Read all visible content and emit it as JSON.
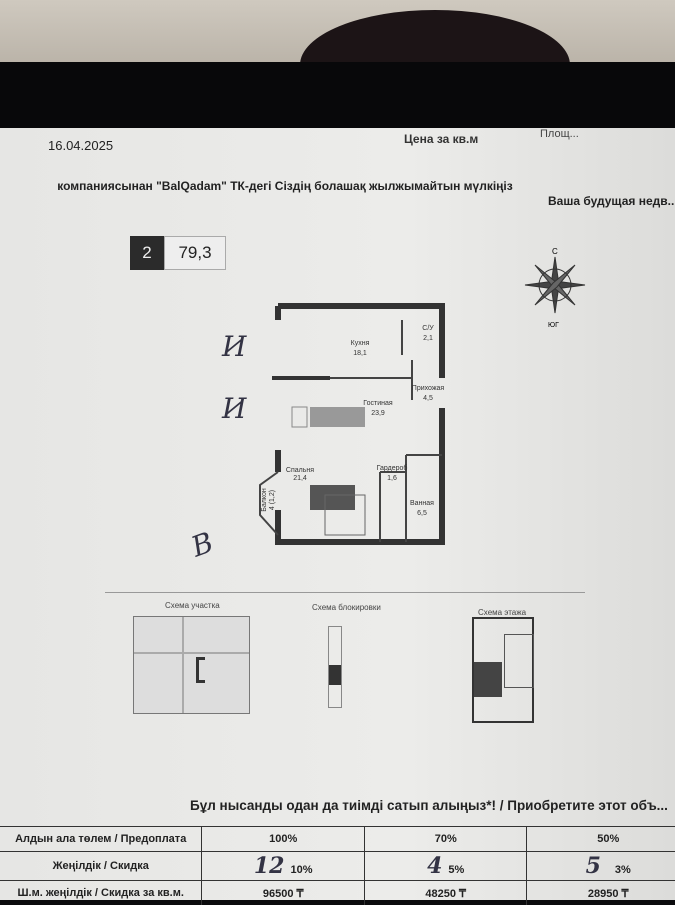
{
  "header": {
    "date": "16.04.2025",
    "price_per_sqm_label": "Цена за кв.м",
    "area_label_partial": "Площ...",
    "title_kz": "компаниясынан \"BalQadam\" ТК-дегі Сіздің болашақ жылжымайтын мүлкіңіз",
    "title_ru_partial": "Ваша будущая недв..."
  },
  "apartment": {
    "rooms": "2",
    "total_area": "79,3"
  },
  "compass": {
    "north": "С",
    "south": "ЮГ"
  },
  "plan": {
    "rooms": [
      {
        "name": "Кухня",
        "area": "18,1"
      },
      {
        "name": "С/У",
        "area": "2,1"
      },
      {
        "name": "Прихожая",
        "area": "4,5"
      },
      {
        "name": "Гостиная",
        "area": "23,9"
      },
      {
        "name": "Спальня",
        "area": "21,4"
      },
      {
        "name": "Гардероб",
        "area": "1,6"
      },
      {
        "name": "Ванная",
        "area": "6,5"
      },
      {
        "name": "Балкон",
        "area": "4 (1,2)"
      }
    ],
    "handwritten": [
      "И",
      "И",
      "В"
    ]
  },
  "schemes": {
    "site": "Схема участка",
    "block": "Схема блокировки",
    "floor": "Схема этажа"
  },
  "promo": "Бұл нысанды одан да тиімді сатып алыңыз*! / Приобретите этот объ...",
  "table": {
    "rows": [
      {
        "label": "Алдын ала төлем / Предоплата",
        "values": [
          "100%",
          "70%",
          "50%"
        ]
      },
      {
        "label": "Жеңілдік / Скидка",
        "values": [
          "10%",
          "5%",
          "3%"
        ],
        "handwritten": [
          "12",
          "4",
          "5"
        ]
      },
      {
        "label": "Ш.м. жеңілдік / Скидка за кв.м.",
        "values": [
          "96500 ₸",
          "48250 ₸",
          "28950 ₸"
        ]
      }
    ]
  }
}
